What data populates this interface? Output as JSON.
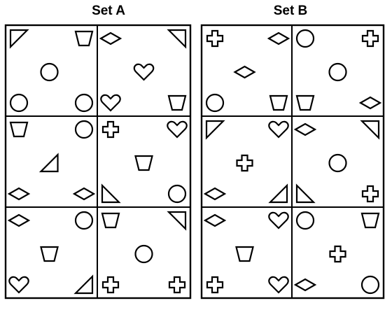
{
  "set_a": {
    "title": "Set A",
    "panels": [
      {
        "top_left": "triangle",
        "top_right": "trapezoid",
        "center": "circle",
        "bottom_left": "circle",
        "bottom_right": "circle"
      },
      {
        "top_left": "diamond",
        "top_right": "triangle",
        "center": "heart",
        "bottom_left": "heart",
        "bottom_right": "trapezoid"
      },
      {
        "top_left": "trapezoid",
        "top_right": "circle",
        "center": "triangle",
        "bottom_left": "diamond",
        "bottom_right": "diamond"
      },
      {
        "top_left": "cross",
        "top_right": "heart",
        "center": "trapezoid",
        "bottom_left": "triangle",
        "bottom_right": "circle"
      },
      {
        "top_left": "diamond",
        "top_right": "circle",
        "center": "trapezoid",
        "bottom_left": "heart",
        "bottom_right": "triangle"
      },
      {
        "top_left": "trapezoid",
        "top_right": "triangle",
        "center": "circle",
        "bottom_left": "cross",
        "bottom_right": "cross"
      }
    ]
  },
  "set_b": {
    "title": "Set B",
    "panels": [
      {
        "top_left": "cross",
        "top_right": "diamond",
        "center": "diamond",
        "bottom_left": "circle",
        "bottom_right": "trapezoid"
      },
      {
        "top_left": "circle",
        "top_right": "cross",
        "center": "circle",
        "bottom_left": "trapezoid",
        "bottom_right": "diamond"
      },
      {
        "top_left": "triangle",
        "top_right": "heart",
        "center": "cross",
        "bottom_left": "diamond",
        "bottom_right": "triangle"
      },
      {
        "top_left": "diamond",
        "top_right": "triangle",
        "center": "circle",
        "bottom_left": "triangle",
        "bottom_right": "cross"
      },
      {
        "top_left": "diamond",
        "top_right": "heart",
        "center": "trapezoid",
        "bottom_left": "cross",
        "bottom_right": "heart"
      },
      {
        "top_left": "circle",
        "top_right": "trapezoid",
        "center": "cross",
        "bottom_left": "diamond",
        "bottom_right": "circle"
      }
    ]
  },
  "colors": {
    "stroke": "#000000",
    "fill": "#ffffff"
  }
}
